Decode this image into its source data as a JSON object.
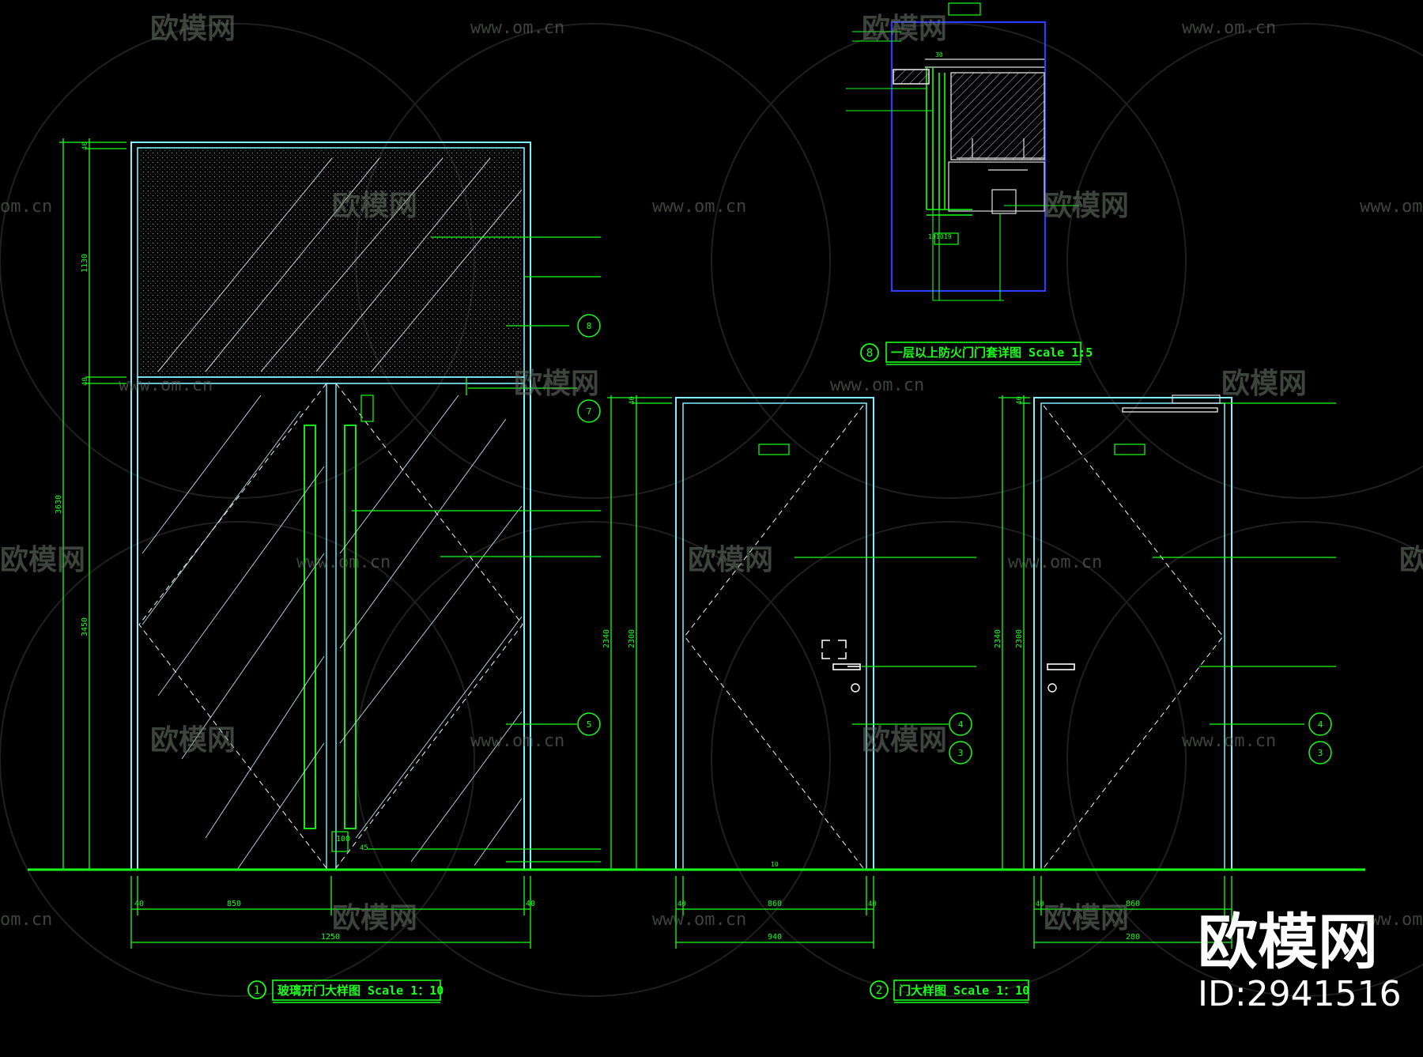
{
  "colors": {
    "background": "#000000",
    "line": "#19ff19",
    "cyan": "#7ff0ff",
    "blue": "#2a3cff",
    "dim": "#6f7a6f",
    "hatch": "#bfe8e8"
  },
  "watermark": {
    "brand": "欧模网",
    "url": "www.om.cn",
    "url_partial": "om.cn"
  },
  "corner": {
    "brand": "欧模网",
    "id": "ID:2941516"
  },
  "drawing1": {
    "index": "1",
    "title": "玻璃开门大样图 Scale 1：10",
    "dims_bottom": [
      "40",
      "850",
      "40"
    ],
    "dim_total": "1250",
    "dims_left": [
      "40",
      "1130",
      "40",
      "3450",
      "3630"
    ],
    "dim_100": "100",
    "dim_45": "45",
    "callouts": [
      "8",
      "7",
      "5"
    ]
  },
  "drawing2": {
    "index": "2",
    "title": "门大样图 Scale 1：10",
    "door_a_dims": [
      "40",
      "860",
      "40",
      "940",
      "2340",
      "2300",
      "40",
      "10"
    ],
    "door_b_dims": [
      "40",
      "860",
      "280",
      "2340",
      "2300",
      "40"
    ],
    "callouts": [
      "4",
      "3"
    ]
  },
  "drawing3": {
    "index": "8",
    "title": "一层以上防火门门套详图 Scale 1:5",
    "dims": [
      "30",
      "10",
      "10",
      "19"
    ]
  },
  "icons": [
    "door-handle-icon",
    "lock-cylinder-icon",
    "section-callout-icon",
    "title-bubble-icon"
  ]
}
